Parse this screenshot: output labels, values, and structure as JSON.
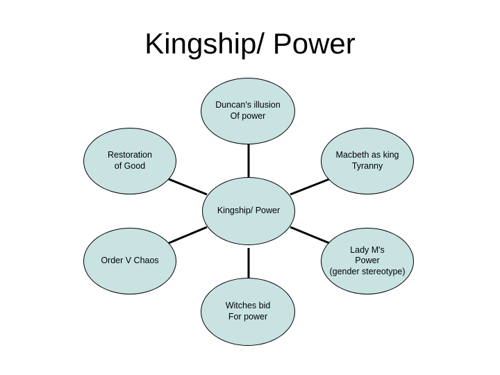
{
  "title": "Kingship/ Power",
  "nodes": {
    "center": "Kingship/ Power",
    "top": "Duncan's illusion\nOf power",
    "upper_left": "Restoration\nof Good",
    "upper_right": "Macbeth as king\nTyranny",
    "lower_left": "Order V Chaos",
    "lower_right": "Lady M's\nPower\n(gender stereotype)",
    "bottom": "Witches bid\nFor power"
  },
  "colors": {
    "node_fill": "#c9e3e3",
    "node_border": "#000000",
    "connector": "#000000"
  }
}
